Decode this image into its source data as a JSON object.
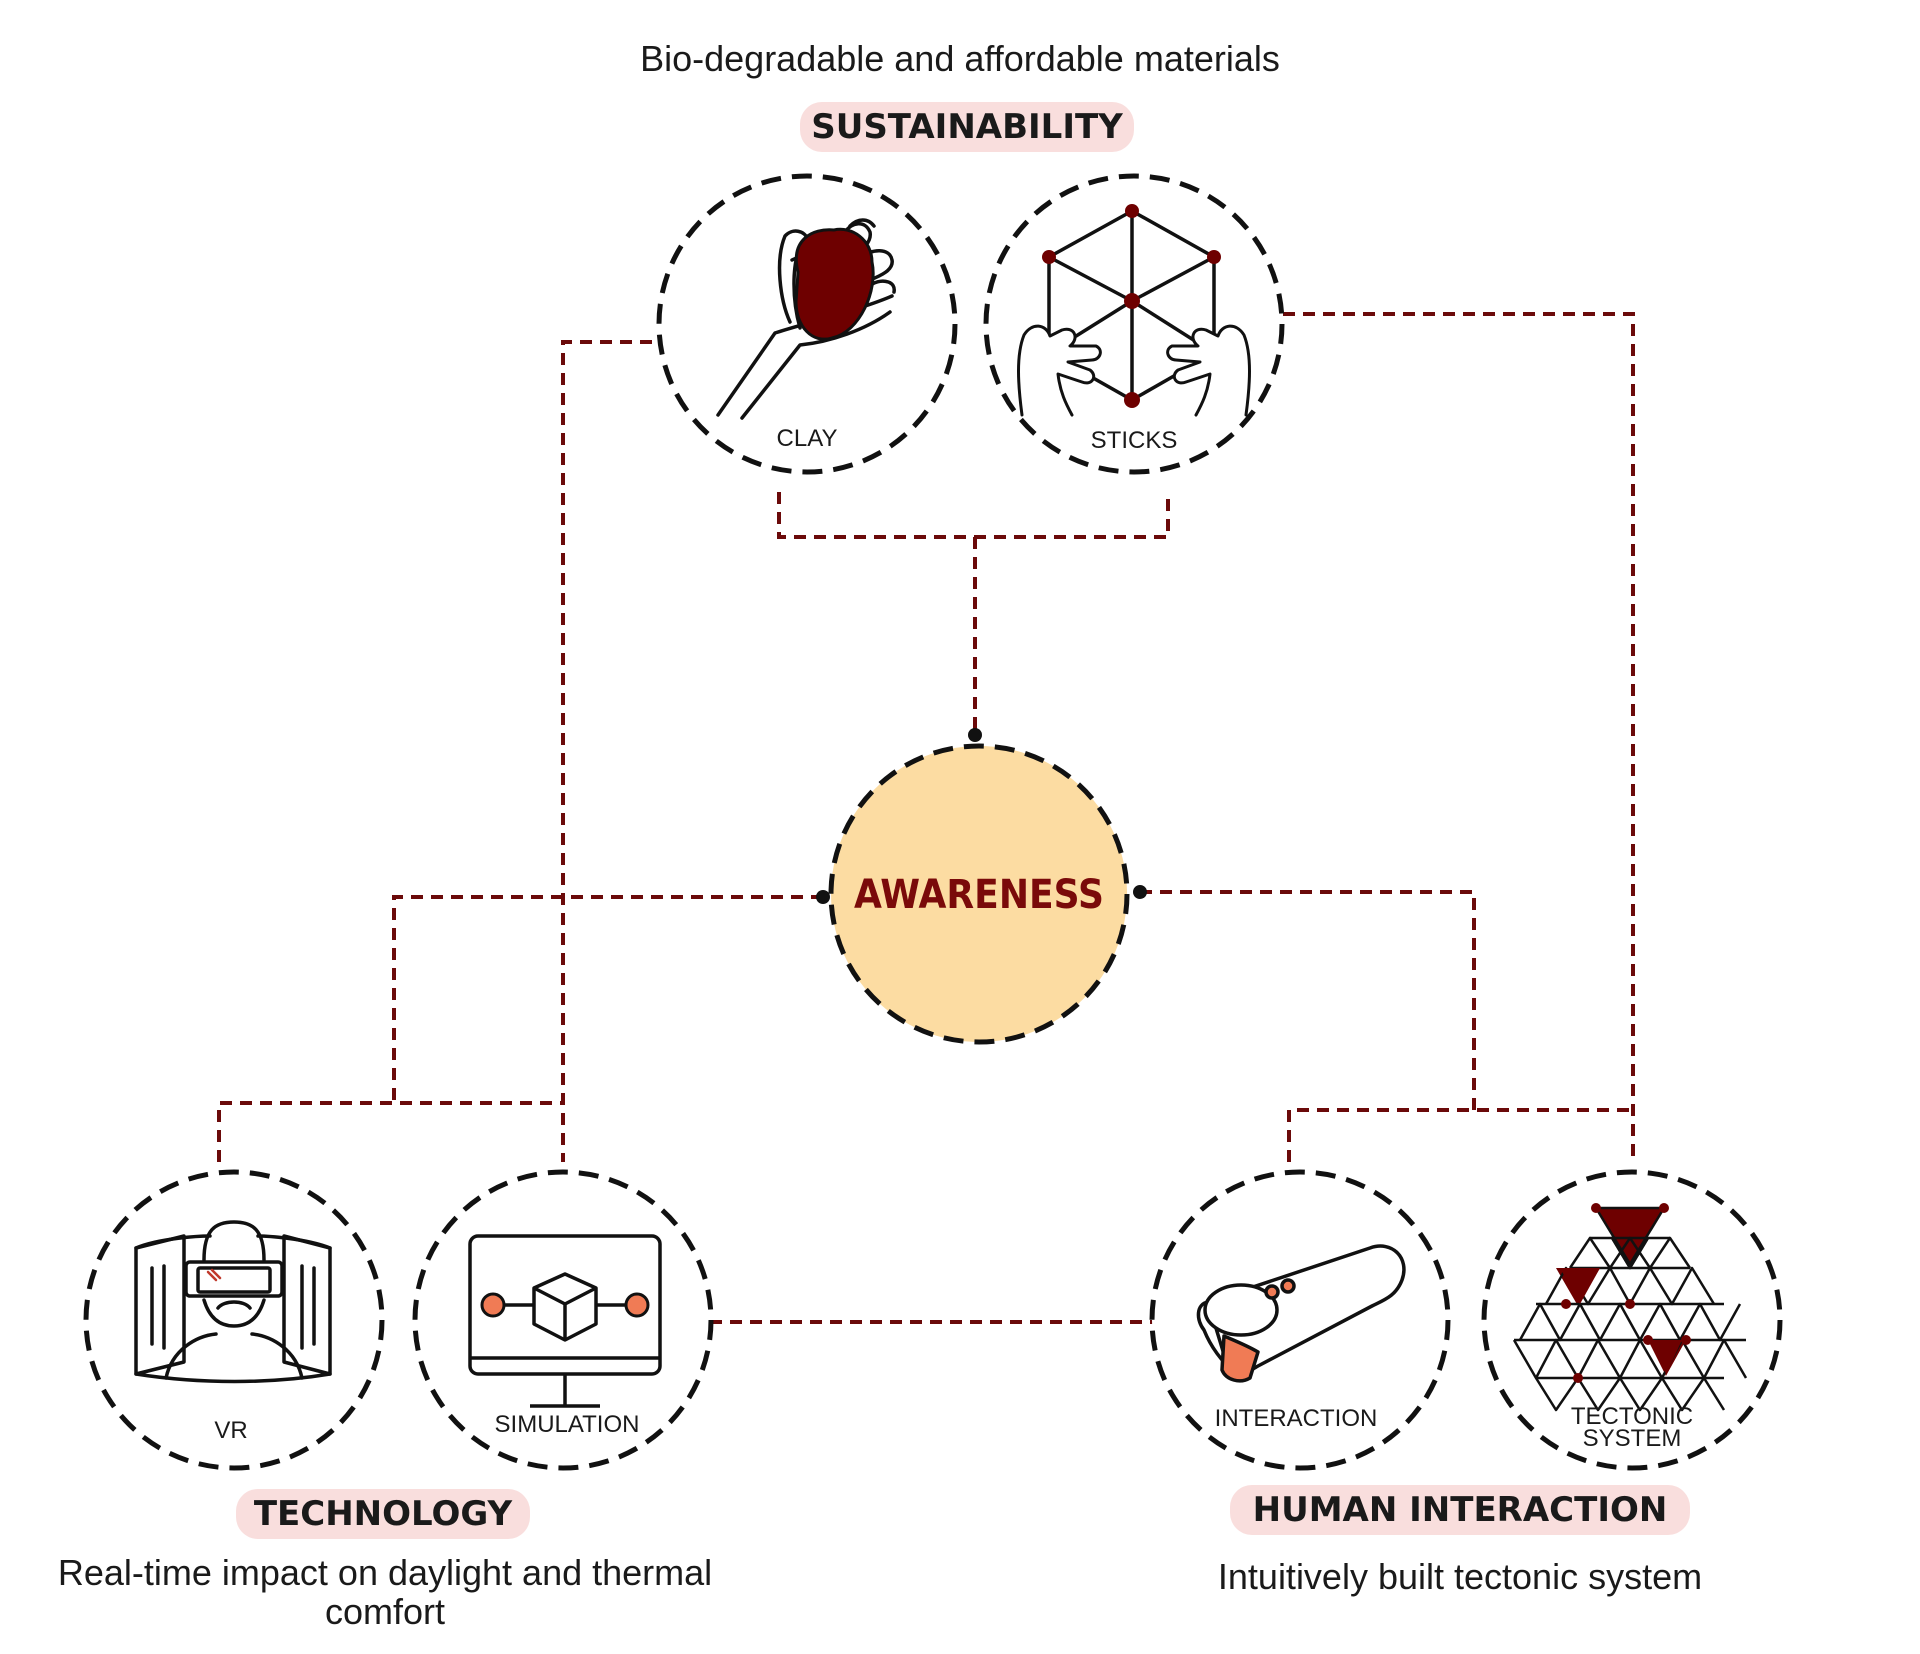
{
  "colors": {
    "connector": "#6b0a0a",
    "accent_dark": "#6e0000",
    "awareness_fill": "#fcdca2",
    "pill_fill": "#f9dedd",
    "circle_stroke": "#111111",
    "salmon": "#f07b55"
  },
  "center": {
    "label": "AWARENESS"
  },
  "sustainability": {
    "description": "Bio-degradable and affordable materials",
    "heading": "SUSTAINABILITY",
    "nodes": [
      {
        "label": "CLAY",
        "icon": "hand-squeezing-clay-icon"
      },
      {
        "label": "STICKS",
        "icon": "stick-cube-icon"
      }
    ]
  },
  "technology": {
    "heading": "TECHNOLOGY",
    "description_line1": "Real-time impact on daylight and thermal",
    "description_line2": "comfort",
    "nodes": [
      {
        "label": "VR",
        "icon": "vr-headset-user-icon"
      },
      {
        "label": "SIMULATION",
        "icon": "simulation-monitor-icon"
      }
    ]
  },
  "human_interaction": {
    "heading": "HUMAN INTERACTION",
    "description": "Intuitively built tectonic system",
    "nodes": [
      {
        "label": "INTERACTION",
        "icon": "handheld-controller-icon"
      },
      {
        "label_line1": "TECTONIC",
        "label_line2": "SYSTEM",
        "icon": "triangle-grid-icon"
      }
    ]
  }
}
